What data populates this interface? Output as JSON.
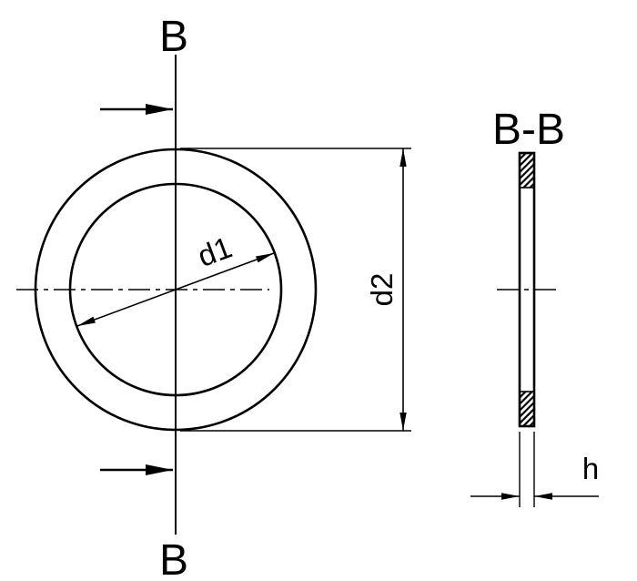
{
  "labels": {
    "section_marker_top": "B",
    "section_marker_bottom": "B",
    "section_view_title": "B-B",
    "dim_inner_diameter": "d1",
    "dim_outer_diameter": "d2",
    "dim_thickness": "h"
  },
  "colors": {
    "line": "#000000",
    "background": "#ffffff"
  }
}
